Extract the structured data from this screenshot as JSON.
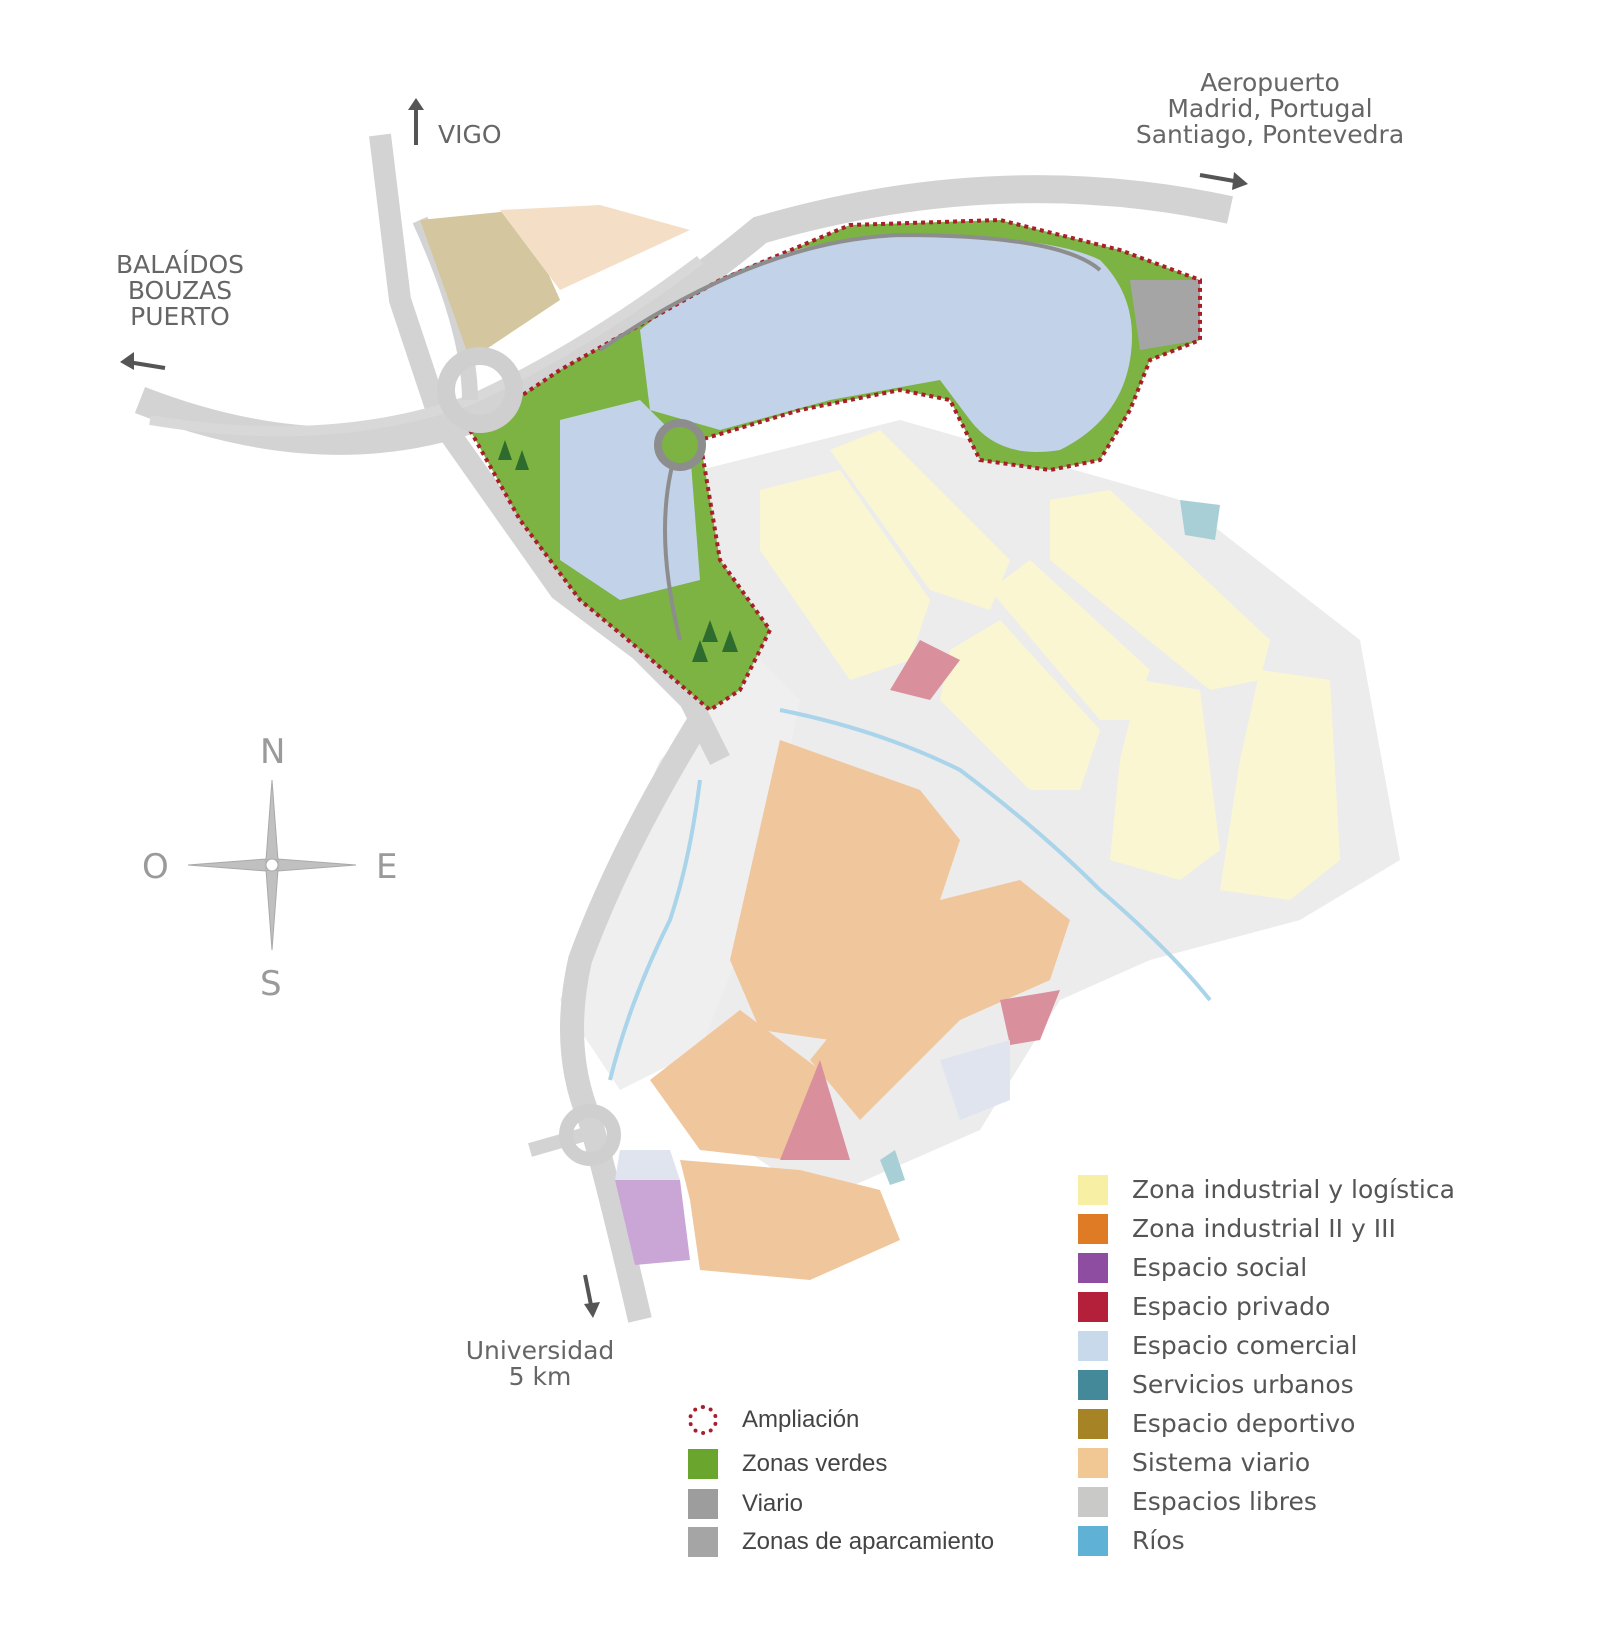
{
  "labels": {
    "vigo": "VIGO",
    "airport": [
      "Aeropuerto",
      "Madrid, Portugal",
      "Santiago, Pontevedra"
    ],
    "west": [
      "BALAÍDOS",
      "BOUZAS",
      "PUERTO"
    ],
    "university": [
      "Universidad",
      "5 km"
    ]
  },
  "compass": {
    "n": "N",
    "s": "S",
    "e": "E",
    "o": "O"
  },
  "legend_left": [
    {
      "label": "Ampliación",
      "color": "#a81e2b",
      "icon": "dotted-circle-icon"
    },
    {
      "label": "Zonas verdes",
      "color": "#6aa52e"
    },
    {
      "label": "Viario",
      "color": "#9d9d9d"
    },
    {
      "label": "Zonas de aparcamiento",
      "color": "#a5a5a5"
    }
  ],
  "legend_right": [
    {
      "label": "Zona industrial y logística",
      "color": "#f7f0a4"
    },
    {
      "label": "Zona industrial II y III",
      "color": "#e07b25"
    },
    {
      "label": "Espacio social",
      "color": "#8e4da0"
    },
    {
      "label": "Espacio privado",
      "color": "#b42039"
    },
    {
      "label": "Espacio comercial",
      "color": "#c9d9ec"
    },
    {
      "label": "Servicios urbanos",
      "color": "#44899a"
    },
    {
      "label": "Espacio deportivo",
      "color": "#a68426"
    },
    {
      "label": "Sistema viario",
      "color": "#f1c894"
    },
    {
      "label": "Espacios libres",
      "color": "#c9c9c7"
    },
    {
      "label": "Ríos",
      "color": "#5fb1d5"
    }
  ],
  "colors": {
    "road": "#d3d3d3",
    "free_space": "#e9e9e9",
    "industrial_logistics": "#fbf6d2",
    "industrial_2_3": "#f0c69c",
    "lake": "#c2d2e8",
    "green": "#7cb342",
    "private": "#d9909c",
    "social": "#c9a6d6",
    "commercial": "#dfe4ef",
    "sport": "#d4c79f",
    "urban_services": "#a8cfd6",
    "river": "#a9d4ea",
    "boundary": "#a81e2b",
    "arrow": "#555555"
  }
}
